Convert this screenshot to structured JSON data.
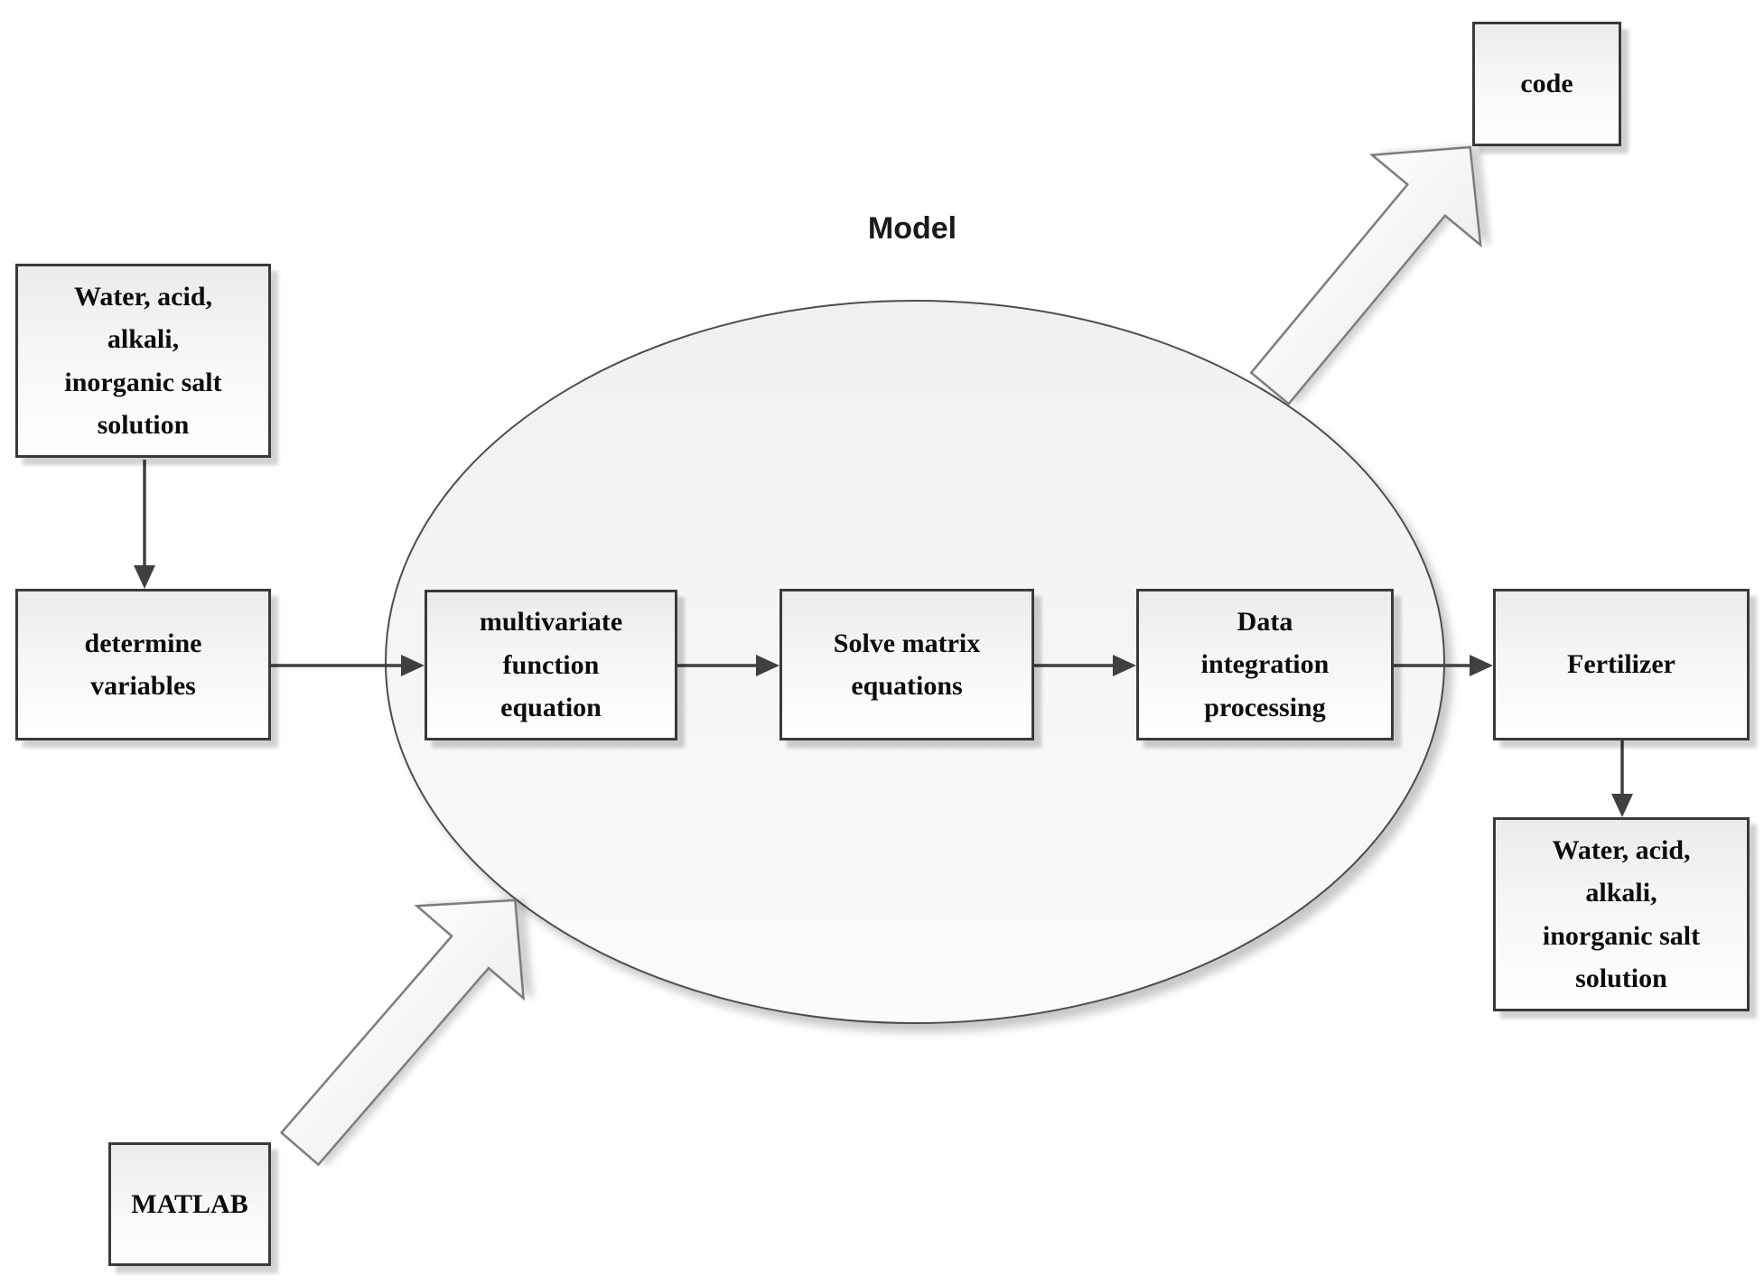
{
  "diagram": {
    "model_label": "Model",
    "nodes": {
      "input_solution": "Water, acid,\nalkali,\ninorganic salt\nsolution",
      "determine_variables": "determine\nvariables",
      "multivariate_function": "multivariate\nfunction\nequation",
      "solve_matrix": "Solve matrix\nequations",
      "data_integration": "Data\nintegration\nprocessing",
      "fertilizer": "Fertilizer",
      "output_solution": "Water, acid,\nalkali,\ninorganic salt\nsolution",
      "code": "code",
      "matlab": "MATLAB"
    },
    "colors": {
      "box_border": "#3a3a3a",
      "arrow_line": "#404040",
      "ellipse_stroke": "#4d4d4d",
      "block_arrow_outline": "#7a7a7a",
      "fill_light": "#f2f2f2"
    }
  }
}
